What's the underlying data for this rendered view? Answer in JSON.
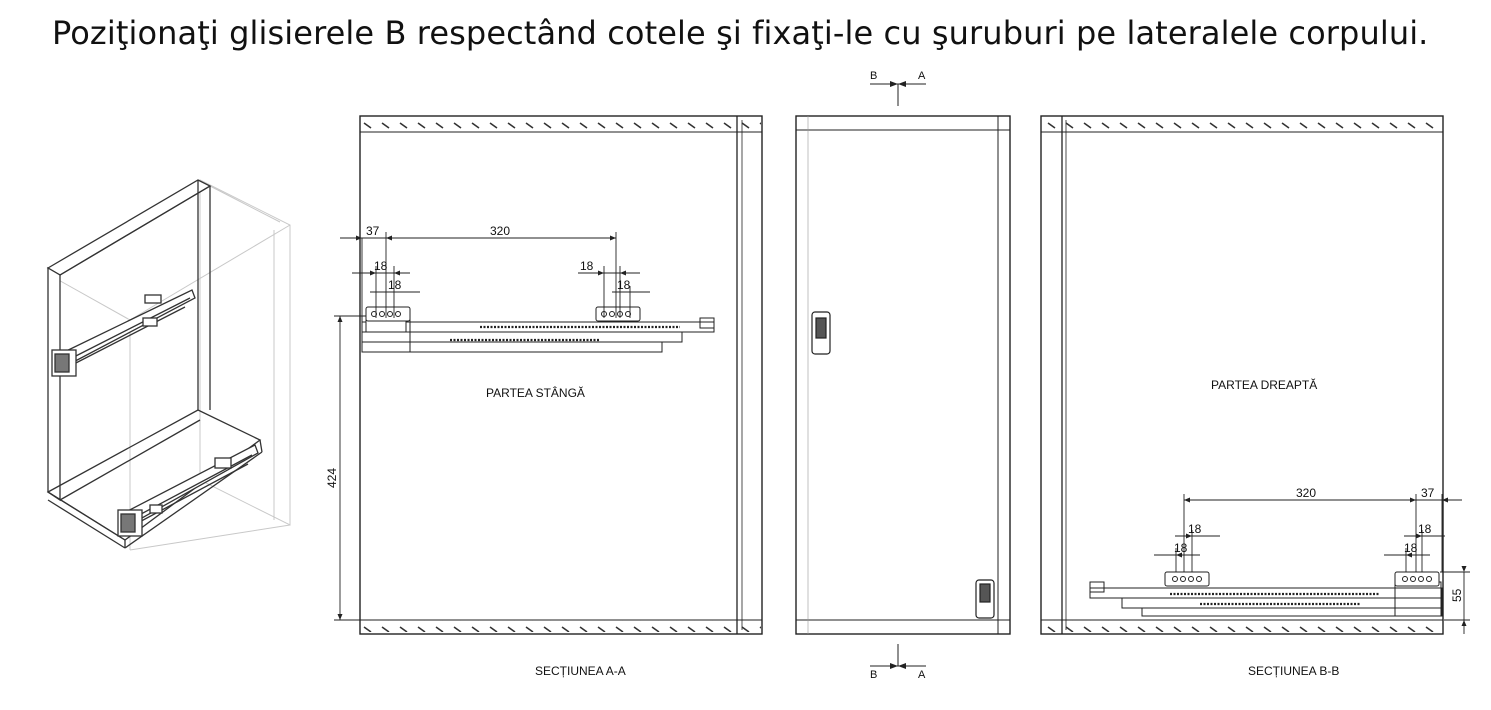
{
  "title": "Poziţionaţi glisierele B respectând cotele şi fixaţi-le cu şuruburi pe lateralele corpului.",
  "left_panel": {
    "label": "PARTEA STÂNGĂ",
    "section": "SECȚIUNEA A-A",
    "dim_offset": "37",
    "dim_spacing": "320",
    "dim_hole_a": "18",
    "dim_hole_b": "18",
    "dim_hole_c": "18",
    "dim_height": "424"
  },
  "middle_panel": {
    "marker_left": "B",
    "marker_right": "A",
    "marker_left_bottom": "B",
    "marker_right_bottom": "A"
  },
  "right_panel": {
    "label": "PARTEA DREAPTĂ",
    "section": "SECȚIUNEA B-B",
    "dim_spacing": "320",
    "dim_offset": "37",
    "dim_hole_a": "18",
    "dim_hole_b": "18",
    "dim_hole_c": "18",
    "dim_height": "55"
  },
  "colors": {
    "line": "#222222",
    "faint": "#bdbdbd",
    "hatch": "#333333"
  }
}
